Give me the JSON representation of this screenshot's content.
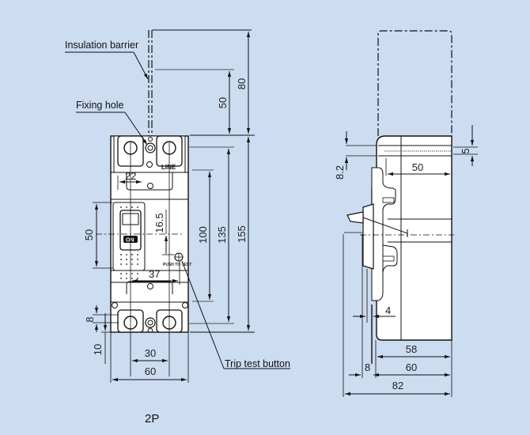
{
  "caption": "2P",
  "callouts": {
    "insulation_barrier": "Insulation barrier",
    "fixing_hole": "Fixing hole",
    "trip_test_button": "Trip test button"
  },
  "front_view": {
    "marking_line": "LINE",
    "handle_label": "ON",
    "test_label": "PUSH TO TEST",
    "dimensions": {
      "barrier_inner": "50",
      "barrier_outer": "80",
      "terminal_spacing_top": "22",
      "handle_height": "50",
      "handle_offset": "16.5",
      "test_button_offset": "37",
      "mount_hole_pitch": "100",
      "terminal_pitch": "135",
      "overall_height": "155",
      "terminal_screw_offset": "8",
      "bottom_offset": "10",
      "mount_hole_spacing": "30",
      "overall_width": "60"
    }
  },
  "side_view": {
    "dimensions": {
      "step_height": "8.2",
      "top_step": "5",
      "body_depth_top": "50",
      "handle_offset": "4",
      "body_depth": "58",
      "cover_depth": "60",
      "handle_protrusion": "8",
      "overall_depth": "82"
    }
  }
}
